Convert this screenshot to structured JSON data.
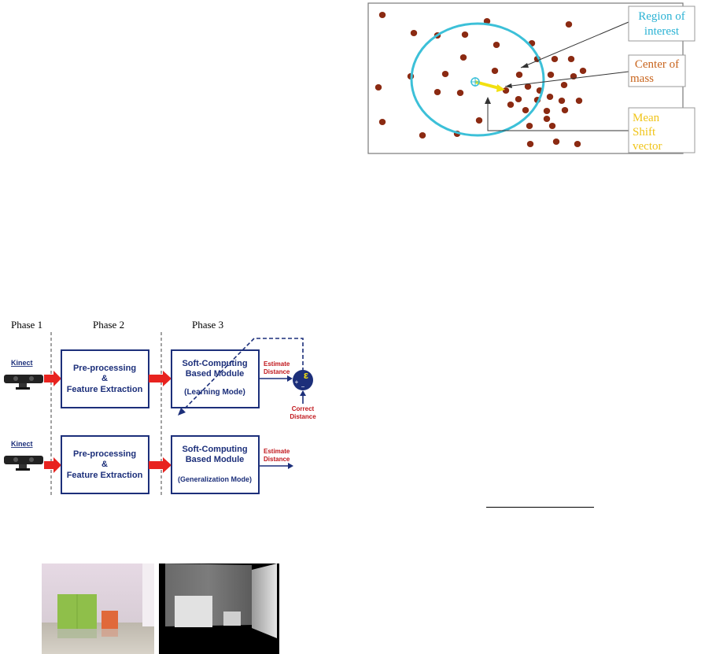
{
  "mean_shift": {
    "labels": {
      "region": "Region of interest",
      "region_l1": "Region of",
      "region_l2": "interest",
      "center_l1": "Center of",
      "center_l2": "mass",
      "mean_l1": "Mean",
      "mean_l2": "Shift",
      "mean_l3": "vector"
    },
    "colors": {
      "circle": "#3cc0d8",
      "points": "#8b2a12",
      "vector": "#f2e010",
      "label_region": "#2ab2d4",
      "label_center": "#c8641c",
      "label_mean": "#f0c419"
    }
  },
  "pipeline": {
    "phases": [
      "Phase 1",
      "Phase 2",
      "Phase 3"
    ],
    "kinect_label": "Kinect",
    "preprocess_l1": "Pre-processing",
    "preprocess_l2": "&",
    "preprocess_l3": "Feature Extraction",
    "soft_l1": "Soft-Computing",
    "soft_l2": "Based Module",
    "learning_mode": "(Learning Mode)",
    "generalization_mode": "(Generalization Mode)",
    "estimate_l1": "Estimate",
    "estimate_l2": "Distance",
    "correct_l1": "Correct",
    "correct_l2": "Distance",
    "epsilon": "ε",
    "minus": "−",
    "plus": "+",
    "colors": {
      "box": "#1c2f7a",
      "arrow": "#e8231f",
      "text_red": "#c0161b"
    }
  },
  "photos": {
    "rgb_description": "color scene",
    "depth_description": "depth map"
  }
}
